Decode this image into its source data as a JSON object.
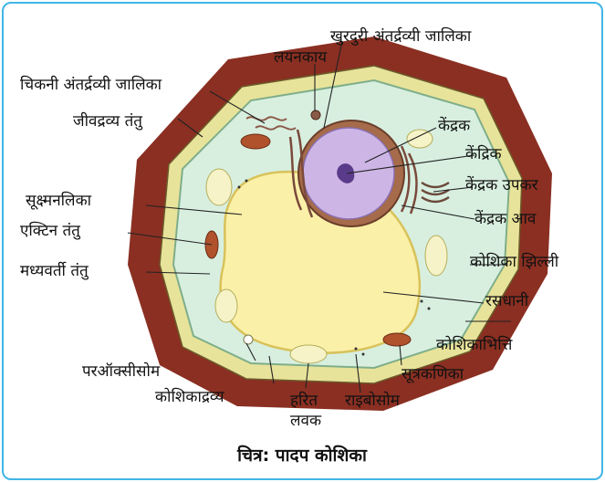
{
  "caption": "चित्र: पादप कोशिका",
  "labels": {
    "khurdari": "खुरदुरी अंतर्द्रव्यी जालिका",
    "layankay": "लयनकाय",
    "chikni": "चिकनी अंतर्द्रव्यी जालिका",
    "jeevdravya": "जीवद्रव्य तंतु",
    "kendrak": "केंद्रक",
    "kendrik": "केंद्रिक",
    "kendrak_upkar": "केंद्रक उपकर",
    "sukshmanalika": "सूक्ष्मनलिका",
    "kendrak_aav": "केंद्रक आव",
    "actin": "एक्टिन तंतु",
    "koshika_jhilli": "कोशिका झिल्ली",
    "madhyavarti": "मध्यवर्ती तंतु",
    "rasdhani": "रसधानी",
    "koshikabhitti": "कोशिकाभित्ति",
    "paroxisom": "परऑक्सीसोम",
    "sutrakanika": "सूत्रकणिका",
    "koshikadravya": "कोशिकाद्रव्य",
    "harit": "हरित",
    "lavak": "लवक",
    "raibosom": "राइबोसोम"
  },
  "colors": {
    "border": "#3fb6e8",
    "cell_wall_outer": "#8a2f22",
    "cell_wall_inner": "#e8e39a",
    "cytoplasm": "#d8efe0",
    "vacuole": "#fbf0a8",
    "nucleus": "#cdb6e6",
    "nucleolus": "#5a3b8a",
    "mitochondria": "#b0522c",
    "er": "#7a4a3c"
  }
}
